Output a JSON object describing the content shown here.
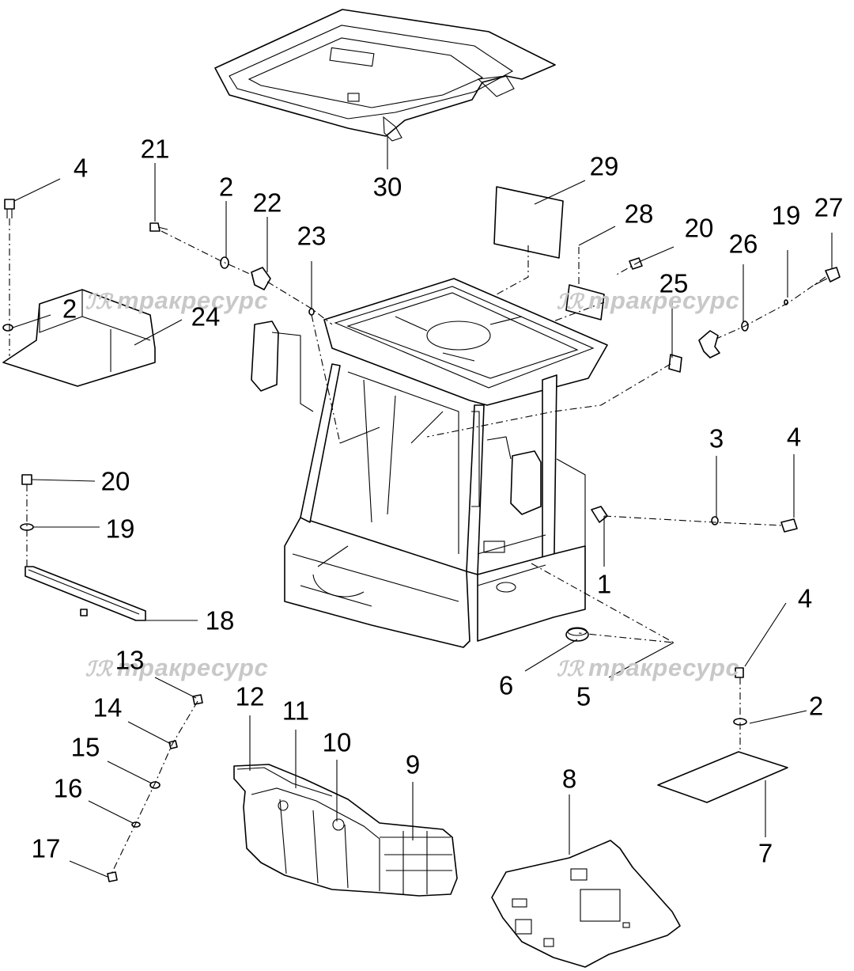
{
  "watermark": {
    "logo": "ℐℛ",
    "text": "тракресурс"
  },
  "callouts": [
    {
      "id": "c30",
      "label": "30"
    },
    {
      "id": "c29",
      "label": "29"
    },
    {
      "id": "c28",
      "label": "28"
    },
    {
      "id": "c20a",
      "label": "20"
    },
    {
      "id": "c19a",
      "label": "19"
    },
    {
      "id": "c27",
      "label": "27"
    },
    {
      "id": "c26",
      "label": "26"
    },
    {
      "id": "c25",
      "label": "25"
    },
    {
      "id": "c21",
      "label": "21"
    },
    {
      "id": "c2a",
      "label": "2"
    },
    {
      "id": "c22",
      "label": "22"
    },
    {
      "id": "c23",
      "label": "23"
    },
    {
      "id": "c4a",
      "label": "4"
    },
    {
      "id": "c2b",
      "label": "2"
    },
    {
      "id": "c24",
      "label": "24"
    },
    {
      "id": "c20b",
      "label": "20"
    },
    {
      "id": "c19b",
      "label": "19"
    },
    {
      "id": "c18",
      "label": "18"
    },
    {
      "id": "c3",
      "label": "3"
    },
    {
      "id": "c4b",
      "label": "4"
    },
    {
      "id": "c1",
      "label": "1"
    },
    {
      "id": "c4c",
      "label": "4"
    },
    {
      "id": "c2c",
      "label": "2"
    },
    {
      "id": "c7",
      "label": "7"
    },
    {
      "id": "c6",
      "label": "6"
    },
    {
      "id": "c5",
      "label": "5"
    },
    {
      "id": "c8",
      "label": "8"
    },
    {
      "id": "c9",
      "label": "9"
    },
    {
      "id": "c10",
      "label": "10"
    },
    {
      "id": "c11",
      "label": "11"
    },
    {
      "id": "c12",
      "label": "12"
    },
    {
      "id": "c13",
      "label": "13"
    },
    {
      "id": "c14",
      "label": "14"
    },
    {
      "id": "c15",
      "label": "15"
    },
    {
      "id": "c16",
      "label": "16"
    },
    {
      "id": "c17",
      "label": "17"
    }
  ]
}
